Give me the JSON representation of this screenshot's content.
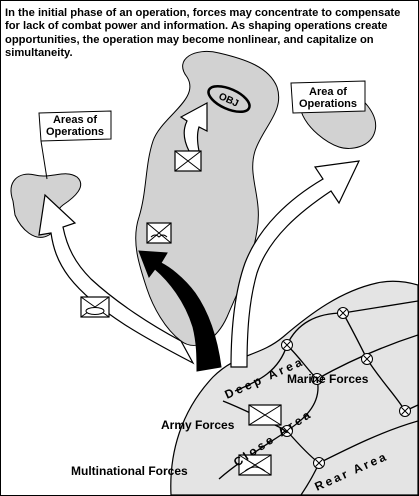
{
  "caption": "In the initial phase of an operation, forces may concentrate to compensate for lack of combat power and information. As shaping operations create opportunities, the operation may become nonlinear, and capitalize on simultaneity.",
  "labels": {
    "areas_of_operations_left_line1": "Areas of",
    "areas_of_operations_left_line2": "Operations",
    "area_of_operations_right_line1": "Area of",
    "area_of_operations_right_line2": "Operations",
    "objective": "OBJ",
    "deep_area": "Deep  Area",
    "close_area": "Close  Area",
    "rear_area": "Rear  Area",
    "marine_forces": "Marine Forces",
    "army_forces": "Army Forces",
    "multinational_forces": "Multinational Forces"
  },
  "colors": {
    "area_fill": "#d2d2d2",
    "ground_fill": "#e4e4e4",
    "outline": "#000000",
    "arrow_fill": "#ffffff",
    "main_effort_arrow": "#000000"
  },
  "icons": {
    "unit_symbol": "infantry-unit-symbol",
    "armor_symbol": "armored-unit-symbol",
    "airborne_symbol": "airborne-unit-symbol",
    "boundary_node": "circle-x-node"
  }
}
